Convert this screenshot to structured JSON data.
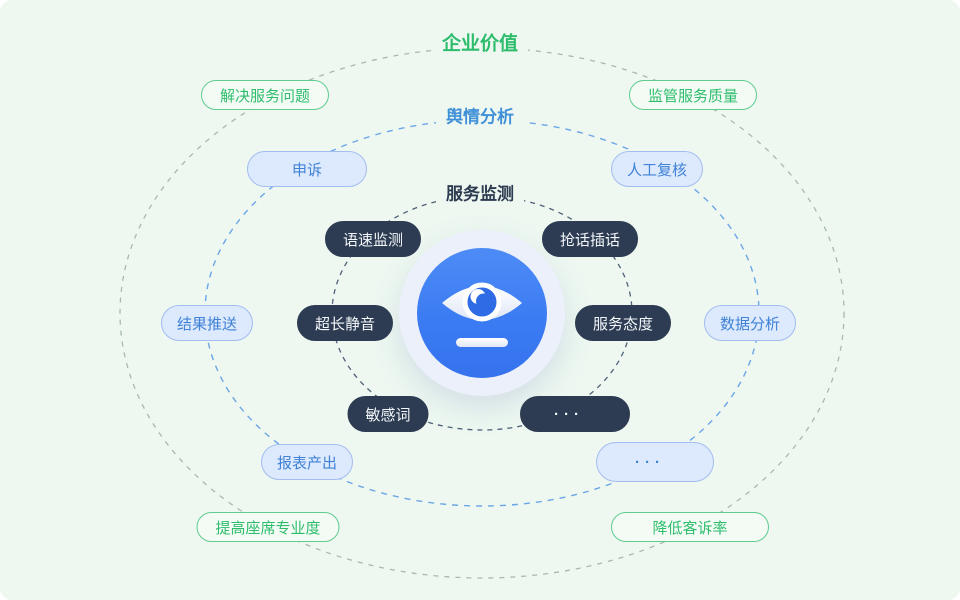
{
  "titles": {
    "enterprise_value": "企业价值",
    "sentiment_analysis": "舆情分析",
    "service_monitoring": "服务监测"
  },
  "outer_ring": {
    "items": [
      {
        "label": "解决服务问题"
      },
      {
        "label": "监管服务质量"
      },
      {
        "label": "提高座席专业度"
      },
      {
        "label": "降低客诉率"
      }
    ]
  },
  "middle_ring": {
    "items": [
      {
        "label": "申诉"
      },
      {
        "label": "人工复核"
      },
      {
        "label": "结果推送"
      },
      {
        "label": "数据分析"
      },
      {
        "label": "报表产出"
      },
      {
        "label": "···"
      }
    ]
  },
  "inner_ring": {
    "items": [
      {
        "label": "语速监测"
      },
      {
        "label": "抢话插话"
      },
      {
        "label": "超长静音"
      },
      {
        "label": "服务态度"
      },
      {
        "label": "敏感词"
      },
      {
        "label": "···"
      }
    ]
  },
  "center": {
    "icon": "eye-monitor-icon"
  },
  "colors": {
    "background": "#eef8f1",
    "green_accent": "#2ebd6d",
    "blue_accent": "#4090d8",
    "dark_accent": "#2d3c52",
    "center_blue": "#3a7af2",
    "outer_ring_dash": "#a7b9ae",
    "middle_ring_dash": "#6ba6e6",
    "inner_ring_dash": "#4e6078"
  }
}
